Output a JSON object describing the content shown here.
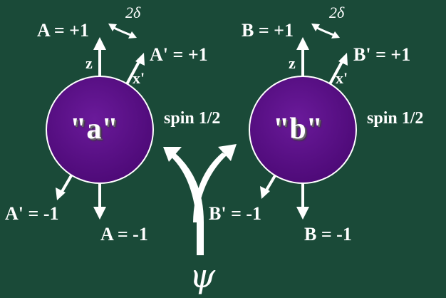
{
  "particle_a": {
    "sphere_label": "\"a\"",
    "spin": "spin 1/2",
    "axis_z": "z",
    "axis_x": "x'",
    "angle": "2δ",
    "up": "A = +1",
    "up_prime": "A' = +1",
    "down": "A = -1",
    "down_prime": "A' = -1"
  },
  "particle_b": {
    "sphere_label": "\"b\"",
    "spin": "spin 1/2",
    "axis_z": "z",
    "axis_x": "x'",
    "angle": "2δ",
    "up": "B = +1",
    "up_prime": "B' = +1",
    "down": "B = -1",
    "down_prime": "B' = -1"
  },
  "source": {
    "symbol": "ψ"
  },
  "colors": {
    "background": "#1a4a38",
    "sphere": "#5a0f86",
    "stroke": "#ffffff"
  }
}
